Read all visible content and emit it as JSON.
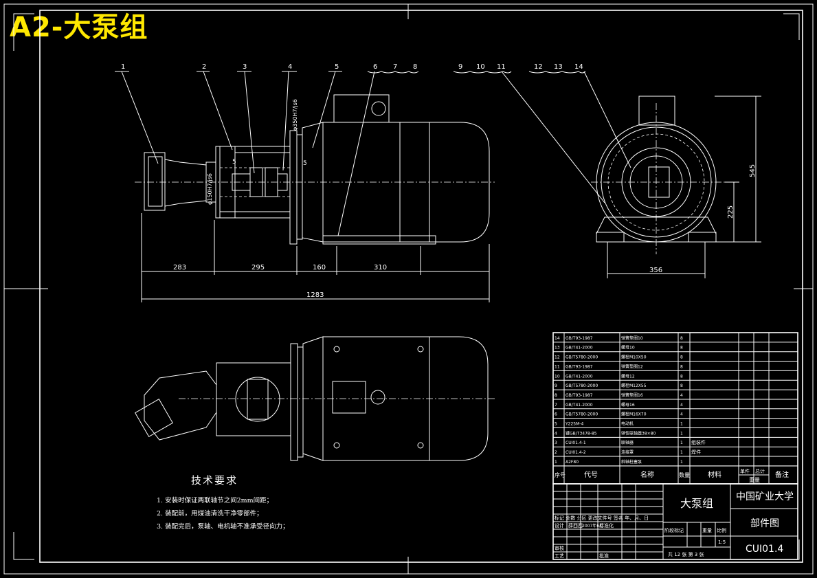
{
  "badge_title": "A2-大泵组",
  "part_labels": [
    "1",
    "2",
    "3",
    "4",
    "5",
    "6",
    "7",
    "8",
    "9",
    "10",
    "11",
    "12",
    "13",
    "14"
  ],
  "dims": {
    "d1": "283",
    "d2": "295",
    "d3": "160",
    "d4": "310",
    "total": "1283",
    "width": "356",
    "height": "545",
    "center_h": "225",
    "fit_a": "φ350H7/js6",
    "fit_b": "φ150H7/js6",
    "gap_a": "5",
    "gap_b": "5"
  },
  "tech": {
    "title": "技术要求",
    "items": [
      "1. 安装时保证两联轴节之间2mm间距；",
      "2. 装配前，用煤油清洗干净零部件；",
      "3. 装配完后，泵轴、电机轴不准承受径向力；"
    ]
  },
  "bom": {
    "rows": [
      {
        "no": "14",
        "code": "GB/T93-1987",
        "name": "弹簧垫圈10",
        "qty": "8",
        "mat": "",
        "note": ""
      },
      {
        "no": "13",
        "code": "GB/T41-2000",
        "name": "螺母10",
        "qty": "8",
        "mat": "",
        "note": ""
      },
      {
        "no": "12",
        "code": "GB/T5780-2000",
        "name": "螺栓M10X50",
        "qty": "8",
        "mat": "",
        "note": ""
      },
      {
        "no": "11",
        "code": "GB/T93-1987",
        "name": "弹簧垫圈12",
        "qty": "8",
        "mat": "",
        "note": ""
      },
      {
        "no": "10",
        "code": "GB/T41-2000",
        "name": "螺母12",
        "qty": "8",
        "mat": "",
        "note": ""
      },
      {
        "no": "9",
        "code": "GB/T5780-2000",
        "name": "螺栓M12X55",
        "qty": "8",
        "mat": "",
        "note": ""
      },
      {
        "no": "8",
        "code": "GB/T93-1987",
        "name": "弹簧垫圈16",
        "qty": "4",
        "mat": "",
        "note": ""
      },
      {
        "no": "7",
        "code": "GB/T41-2000",
        "name": "螺母16",
        "qty": "4",
        "mat": "",
        "note": ""
      },
      {
        "no": "6",
        "code": "GB/T5780-2000",
        "name": "螺栓M16X70",
        "qty": "4",
        "mat": "",
        "note": ""
      },
      {
        "no": "5",
        "code": "Y225M-4",
        "name": "电动机",
        "qty": "1",
        "mat": "",
        "note": ""
      },
      {
        "no": "4",
        "code": "键GB/T3478-85",
        "name": "弹性联轴器38×80",
        "qty": "1",
        "mat": "",
        "note": ""
      },
      {
        "no": "3",
        "code": "CUI01.4-1",
        "name": "联轴器",
        "qty": "1",
        "mat": "组装件",
        "note": ""
      },
      {
        "no": "2",
        "code": "CUI01.4-2",
        "name": "连接罩",
        "qty": "1",
        "mat": "焊件",
        "note": ""
      },
      {
        "no": "1",
        "code": "A2F80",
        "name": "斜轴柱塞泵",
        "qty": "1",
        "mat": "",
        "note": ""
      }
    ],
    "header": {
      "no": "序号",
      "code": "代号",
      "name": "名称",
      "qty": "数量",
      "mat": "材料",
      "unit_w": "单件",
      "total_w": "总计",
      "weight": "重量",
      "note": "备注"
    }
  },
  "title_block": {
    "drawing_name": "大泵组",
    "school": "中国矿业大学",
    "drawing_type": "部件图",
    "drawing_no": "CUI01.4",
    "scale": "1:5",
    "sheets": "共 12 张  第 3 张",
    "labels_row": "标记 处数 分区 更改文件号 签名 年、月、日",
    "design": "设计",
    "designer": "薛西西",
    "date": "2007年6月",
    "standard": "标准化",
    "stage": "阶段标记",
    "weight": "重量",
    "ratio": "比例",
    "review": "审核",
    "process": "工艺",
    "approve": "批准"
  }
}
